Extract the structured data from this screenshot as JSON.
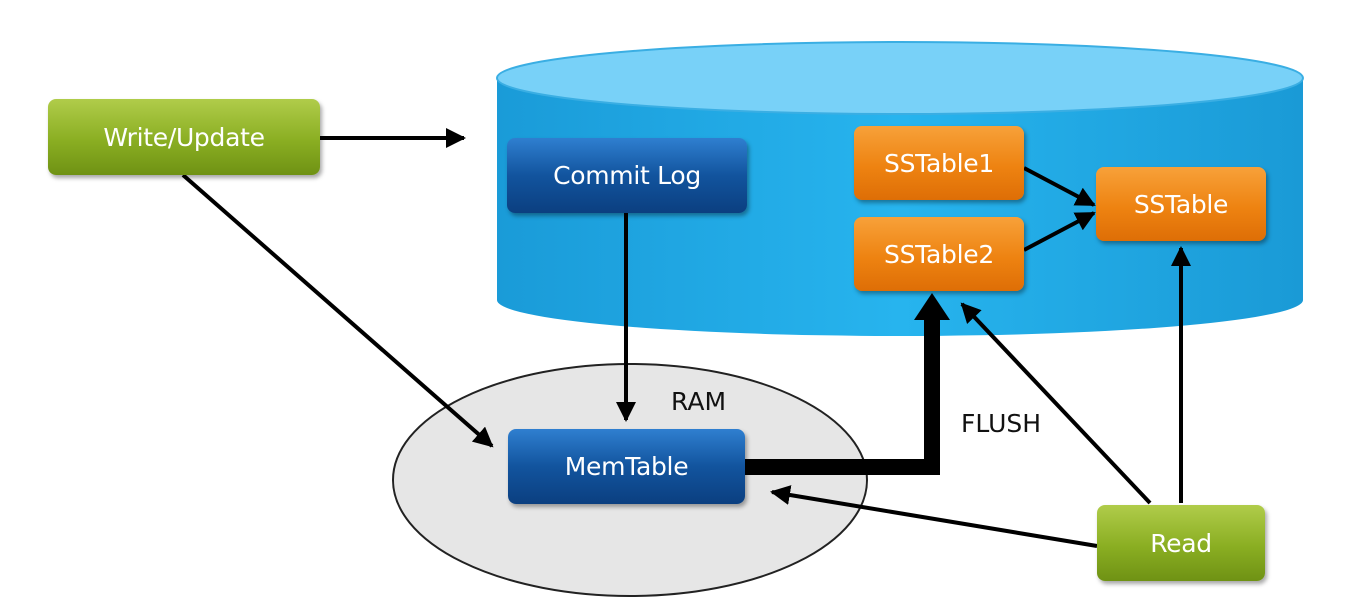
{
  "diagram": {
    "write_update": "Write/Update",
    "commit_log": "Commit Log",
    "sstable1": "SSTable1",
    "sstable2": "SSTable2",
    "sstable": "SSTable",
    "memtable": "MemTable",
    "ram_label": "RAM",
    "flush_label": "FLUSH",
    "read": "Read"
  },
  "colors": {
    "disk": "#1ea8e6",
    "disk_top": "#6fcdf6",
    "green_box": "#8aae22",
    "blue_box": "#12549e",
    "orange_box": "#ee8311",
    "ram_ellipse": "#e6e6e6"
  }
}
